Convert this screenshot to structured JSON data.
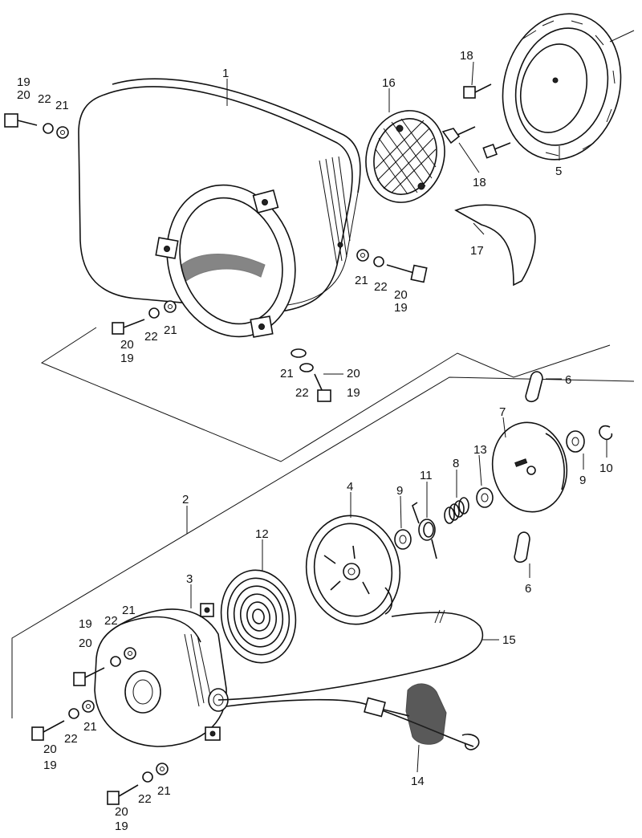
{
  "diagram": {
    "title": "",
    "callouts": [
      {
        "id": "c1",
        "text": "1"
      },
      {
        "id": "c2",
        "text": "2"
      },
      {
        "id": "c3",
        "text": "3"
      },
      {
        "id": "c4",
        "text": "4"
      },
      {
        "id": "c5",
        "text": "5"
      },
      {
        "id": "c6a",
        "text": "6"
      },
      {
        "id": "c6b",
        "text": "6"
      },
      {
        "id": "c7",
        "text": "7"
      },
      {
        "id": "c8",
        "text": "8"
      },
      {
        "id": "c9a",
        "text": "9"
      },
      {
        "id": "c9b",
        "text": "9"
      },
      {
        "id": "c10",
        "text": "10"
      },
      {
        "id": "c11",
        "text": "11"
      },
      {
        "id": "c12",
        "text": "12"
      },
      {
        "id": "c13",
        "text": "13"
      },
      {
        "id": "c14",
        "text": "14"
      },
      {
        "id": "c15",
        "text": "15"
      },
      {
        "id": "c16",
        "text": "16"
      },
      {
        "id": "c17",
        "text": "17"
      },
      {
        "id": "c18a",
        "text": "18"
      },
      {
        "id": "c18b",
        "text": "18"
      },
      {
        "id": "c19a",
        "text": "19"
      },
      {
        "id": "c20a",
        "text": "20"
      },
      {
        "id": "c22a",
        "text": "22"
      },
      {
        "id": "c21a",
        "text": "21"
      },
      {
        "id": "c21b",
        "text": "21"
      },
      {
        "id": "c22b",
        "text": "22"
      },
      {
        "id": "c20b",
        "text": "20"
      },
      {
        "id": "c19b",
        "text": "19"
      },
      {
        "id": "c20c",
        "text": "20"
      },
      {
        "id": "c19c",
        "text": "19"
      },
      {
        "id": "c22c",
        "text": "22"
      },
      {
        "id": "c21c",
        "text": "21"
      },
      {
        "id": "c21d",
        "text": "21"
      },
      {
        "id": "c22d",
        "text": "22"
      },
      {
        "id": "c20d",
        "text": "20"
      },
      {
        "id": "c19d",
        "text": "19"
      },
      {
        "id": "c19e",
        "text": "19"
      },
      {
        "id": "c20e",
        "text": "20"
      },
      {
        "id": "c22e",
        "text": "22"
      },
      {
        "id": "c21e",
        "text": "21"
      },
      {
        "id": "c20f",
        "text": "20"
      },
      {
        "id": "c19f",
        "text": "19"
      },
      {
        "id": "c22f",
        "text": "22"
      },
      {
        "id": "c21f",
        "text": "21"
      },
      {
        "id": "c20g",
        "text": "20"
      },
      {
        "id": "c19g",
        "text": "19"
      },
      {
        "id": "c22g",
        "text": "22"
      },
      {
        "id": "c21g",
        "text": "21"
      }
    ]
  }
}
